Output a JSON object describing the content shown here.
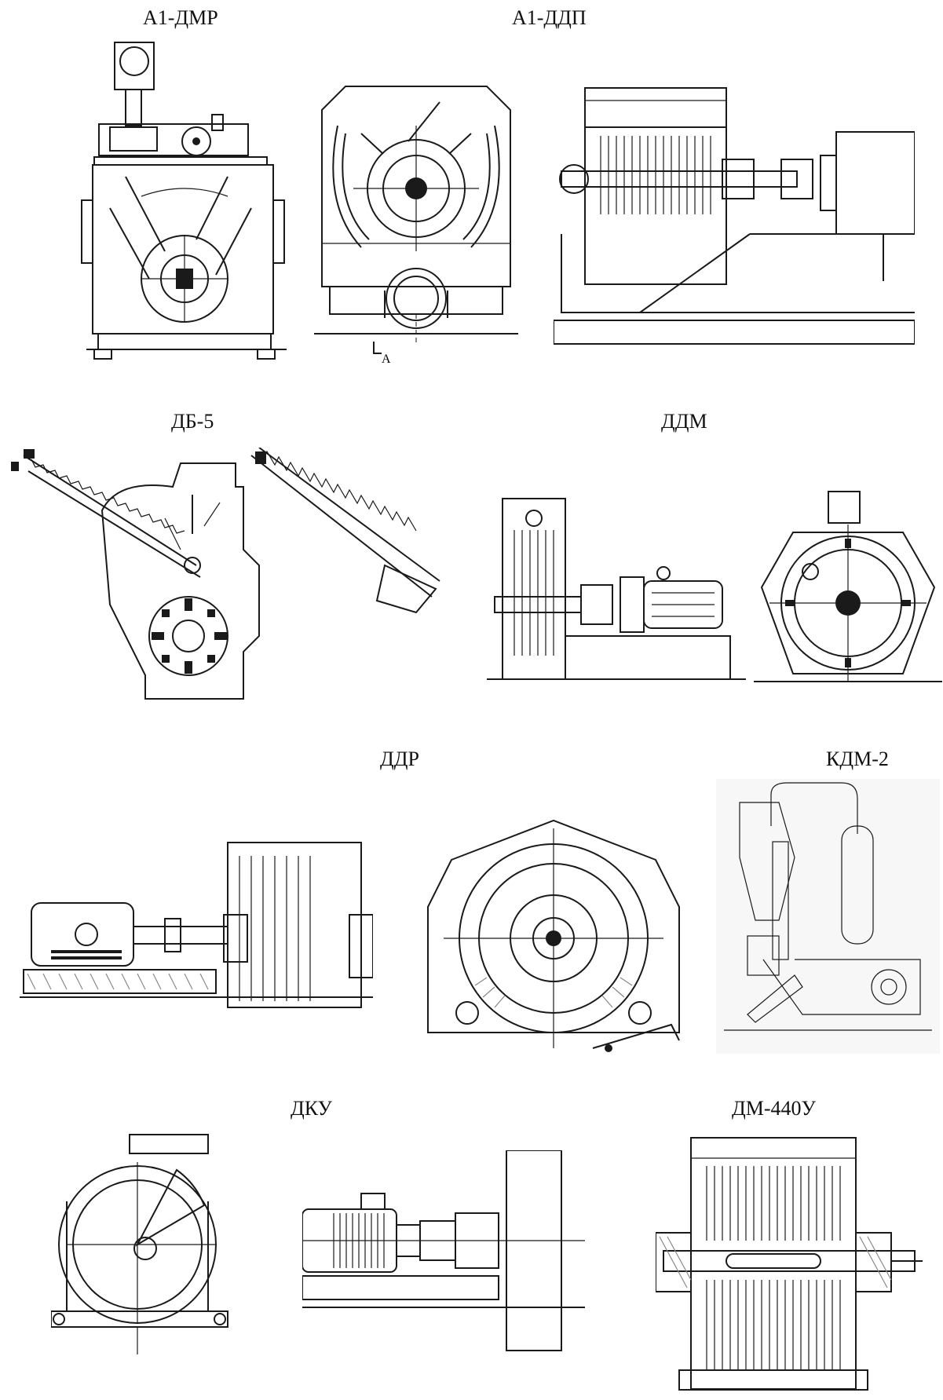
{
  "labels": {
    "a1_dmr": "А1-ДМР",
    "a1_ddp": "А1-ДДП",
    "db5": "ДБ-5",
    "ddm": "ДДМ",
    "ddr": "ДДР",
    "kdm2": "КДМ-2",
    "dku": "ДКУ",
    "dm440u": "ДМ-440У"
  },
  "annotations": {
    "section_mark": "А"
  }
}
